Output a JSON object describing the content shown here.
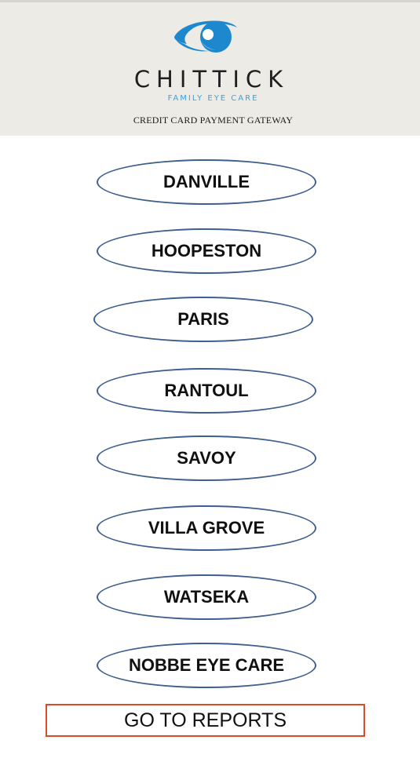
{
  "header": {
    "brand_name": "CHITTICK",
    "brand_tagline": "FAMILY EYE CARE",
    "gateway_title": "CREDIT CARD PAYMENT GATEWAY",
    "logo_colors": {
      "primary": "#1e88cf"
    }
  },
  "locations": [
    {
      "label": "DANVILLE"
    },
    {
      "label": "HOOPESTON"
    },
    {
      "label": "PARIS"
    },
    {
      "label": "RANTOUL"
    },
    {
      "label": "SAVOY"
    },
    {
      "label": "VILLA GROVE"
    },
    {
      "label": "WATSEKA"
    },
    {
      "label": "NOBBE EYE CARE"
    }
  ],
  "reports": {
    "label": "GO TO REPORTS"
  },
  "colors": {
    "header_bg": "#ecebe5",
    "button_border": "#3e5f8f",
    "reports_border": "#d84a2a",
    "tagline": "#3ea0d8"
  }
}
